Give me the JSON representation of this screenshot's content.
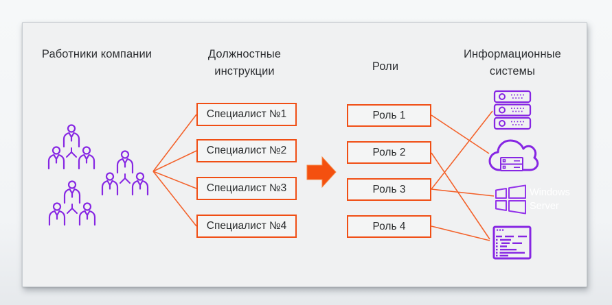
{
  "columns": {
    "employees": {
      "title": "Работники компании"
    },
    "instructions": {
      "title": "Должностные инструкции",
      "items": [
        "Специалист №1",
        "Специалист №2",
        "Специалист №3",
        "Специалист №4"
      ]
    },
    "roles": {
      "title": "Роли",
      "items": [
        "Роль 1",
        "Роль 2",
        "Роль 3",
        "Роль 4"
      ]
    },
    "systems": {
      "title": "Информационные системы",
      "windows_label": "Windows Server",
      "icons": [
        "server-rack",
        "cloud-server",
        "windows-logo",
        "code-window"
      ]
    }
  },
  "flow_arrow": {
    "direction": "right",
    "from": "Должностные инструкции",
    "to": "Роли"
  },
  "connections": {
    "employees_to_instructions": [
      "Специалист №1",
      "Специалист №2",
      "Специалист №3",
      "Специалист №4"
    ],
    "roles_to_systems": [
      {
        "from": "Роль 1",
        "to": "cloud-server"
      },
      {
        "from": "Роль 2",
        "to": "code-window"
      },
      {
        "from": "Роль 3",
        "to": "server-rack"
      },
      {
        "from": "Роль 3",
        "to": "windows-logo"
      },
      {
        "from": "Роль 4",
        "to": "code-window"
      }
    ]
  },
  "colors": {
    "box_border_orange": "#F04E14",
    "line_orange": "#F3622B",
    "arrow_orange": "#F4500F",
    "icon_purple": "#8626E3",
    "windows_purple": "#9333EA",
    "text_dark": "#2B2D2E",
    "panel_bg": "#F0F1F2",
    "windows_text_white": "#FFFFFF"
  }
}
